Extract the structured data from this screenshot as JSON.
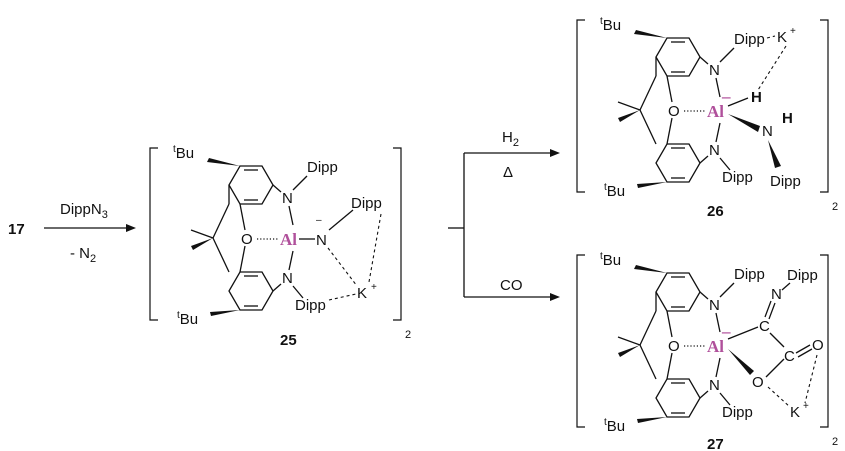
{
  "start_compound": "17",
  "reagent_1": {
    "main": "DippN",
    "sub": "3"
  },
  "byproduct_1": {
    "main": "- N",
    "sub": "2"
  },
  "reagent_h2": {
    "main": "H",
    "sub": "2"
  },
  "heat_symbol": "Δ",
  "reagent_co": "CO",
  "compound_25": {
    "number": "25",
    "tbu_top": {
      "sup": "t",
      "main": "Bu"
    },
    "tbu_bottom": {
      "sup": "t",
      "main": "Bu"
    },
    "n_top": "N",
    "n_bottom": "N",
    "n_amide": "N",
    "amide_charge": "–",
    "o": "O",
    "al": "Al",
    "dipp_top": "Dipp",
    "dipp_bottom": "Dipp",
    "dipp_amide": "Dipp",
    "k": "K",
    "k_charge": "+",
    "bracket_sub": "2"
  },
  "compound_26": {
    "number": "26",
    "tbu_top": {
      "sup": "t",
      "main": "Bu"
    },
    "tbu_bottom": {
      "sup": "t",
      "main": "Bu"
    },
    "n_top": "N",
    "n_bottom": "N",
    "o": "O",
    "al": "Al",
    "al_charge": "–",
    "h_al": "H",
    "n_amine": "N",
    "h_amine": "H",
    "dipp_top": "Dipp",
    "dipp_bottom": "Dipp",
    "dipp_amine": "Dipp",
    "k": "K",
    "k_charge": "+",
    "bracket_sub": "2"
  },
  "compound_27": {
    "number": "27",
    "tbu_top": {
      "sup": "t",
      "main": "Bu"
    },
    "tbu_bottom": {
      "sup": "t",
      "main": "Bu"
    },
    "n_top": "N",
    "n_bottom": "N",
    "o": "O",
    "al": "Al",
    "al_charge": "–",
    "c_imine": "C",
    "n_imine": "N",
    "c_carbonyl": "C",
    "o_carbonyl": "O",
    "o_bridge": "O",
    "dipp_top": "Dipp",
    "dipp_bottom": "Dipp",
    "dipp_imine": "Dipp",
    "k": "K",
    "k_charge": "+",
    "bracket_sub": "2"
  }
}
